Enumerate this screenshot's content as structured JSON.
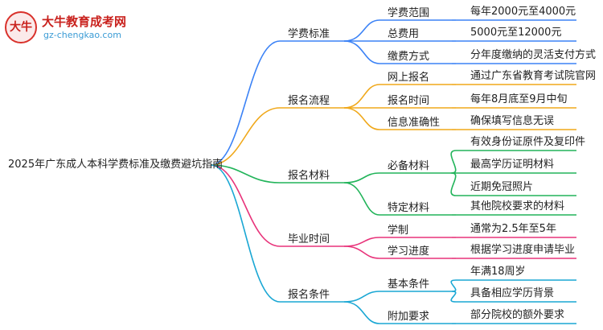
{
  "logo": {
    "mark": "大牛",
    "name": "大牛教育成考网",
    "url": "gz-chengkao.com"
  },
  "root": "2025年广东成人本科学费标准及缴费避坑指南",
  "branches": [
    {
      "label": "学费标准",
      "color": "#3b82f6",
      "children": [
        {
          "label": "学费范围",
          "leaves": [
            "每年2000元至4000元"
          ]
        },
        {
          "label": "总费用",
          "leaves": [
            "5000元至12000元"
          ]
        },
        {
          "label": "缴费方式",
          "leaves": [
            "分年度缴纳的灵活支付方式"
          ]
        }
      ]
    },
    {
      "label": "报名流程",
      "color": "#f0a81a",
      "children": [
        {
          "label": "网上报名",
          "leaves": [
            "通过广东省教育考试院官网"
          ]
        },
        {
          "label": "报名时间",
          "leaves": [
            "每年8月底至9月中旬"
          ]
        },
        {
          "label": "信息准确性",
          "leaves": [
            "确保填写信息无误"
          ]
        }
      ]
    },
    {
      "label": "报名材料",
      "color": "#22b45a",
      "children": [
        {
          "label": "必备材料",
          "leaves": [
            "有效身份证原件及复印件",
            "最高学历证明材料",
            "近期免冠照片"
          ]
        },
        {
          "label": "特定材料",
          "leaves": [
            "其他院校要求的材料"
          ]
        }
      ]
    },
    {
      "label": "毕业时间",
      "color": "#e8337a",
      "children": [
        {
          "label": "学制",
          "leaves": [
            "通常为2.5年至5年"
          ]
        },
        {
          "label": "学习进度",
          "leaves": [
            "根据学习进度申请毕业"
          ]
        }
      ]
    },
    {
      "label": "报名条件",
      "color": "#1aa7d4",
      "children": [
        {
          "label": "基本条件",
          "leaves": [
            "年满18周岁",
            "具备相应学历背景"
          ]
        },
        {
          "label": "附加要求",
          "leaves": [
            "部分院校的额外要求"
          ]
        }
      ]
    }
  ]
}
